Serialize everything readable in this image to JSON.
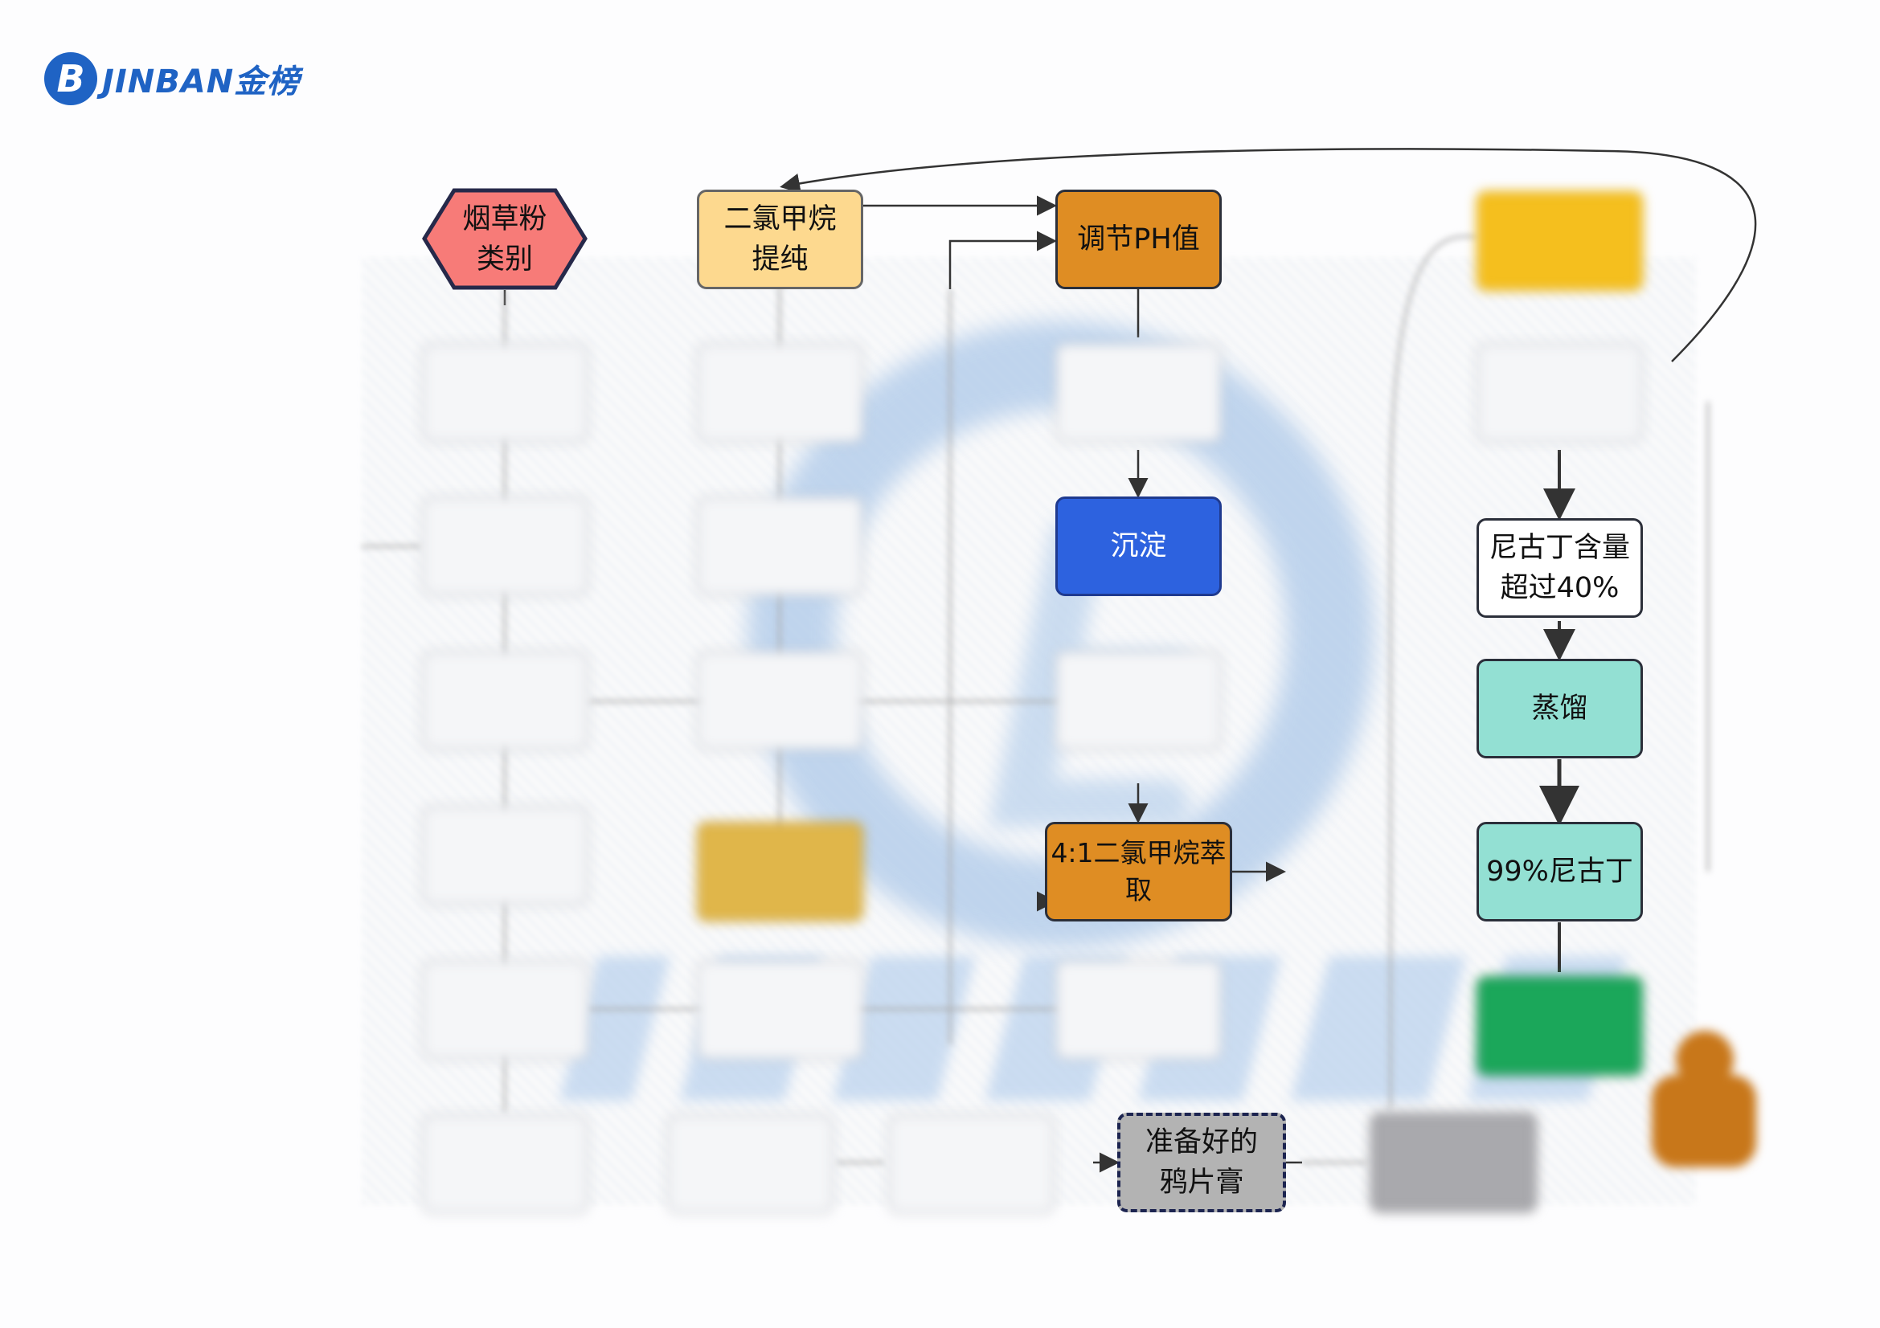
{
  "logo": {
    "mark": "B",
    "text": "JINBAN金榜"
  },
  "watermark": {
    "text": "JINBAN金"
  },
  "nodes": {
    "tobacco_powder": "烟草粉类别",
    "dcm_purify": "二氯甲烷提纯",
    "adjust_ph": "调节PH值",
    "precipitate": "沉淀",
    "extraction": "4:1二氯甲烷萃取",
    "nicotine_40": "尼古丁含量超过40%",
    "distill": "蒸馏",
    "nicotine_99": "99%尼古丁",
    "opium_paste": "准备好的鸦片膏"
  },
  "colors": {
    "hexagon": "#f77b78",
    "dcm": "#fdd98f",
    "orange": "#df8d23",
    "blue": "#2d62df",
    "teal": "#93e0d3",
    "gray": "#b3b3b3",
    "gold": "#f5bf1e",
    "green": "#1ba75a"
  }
}
